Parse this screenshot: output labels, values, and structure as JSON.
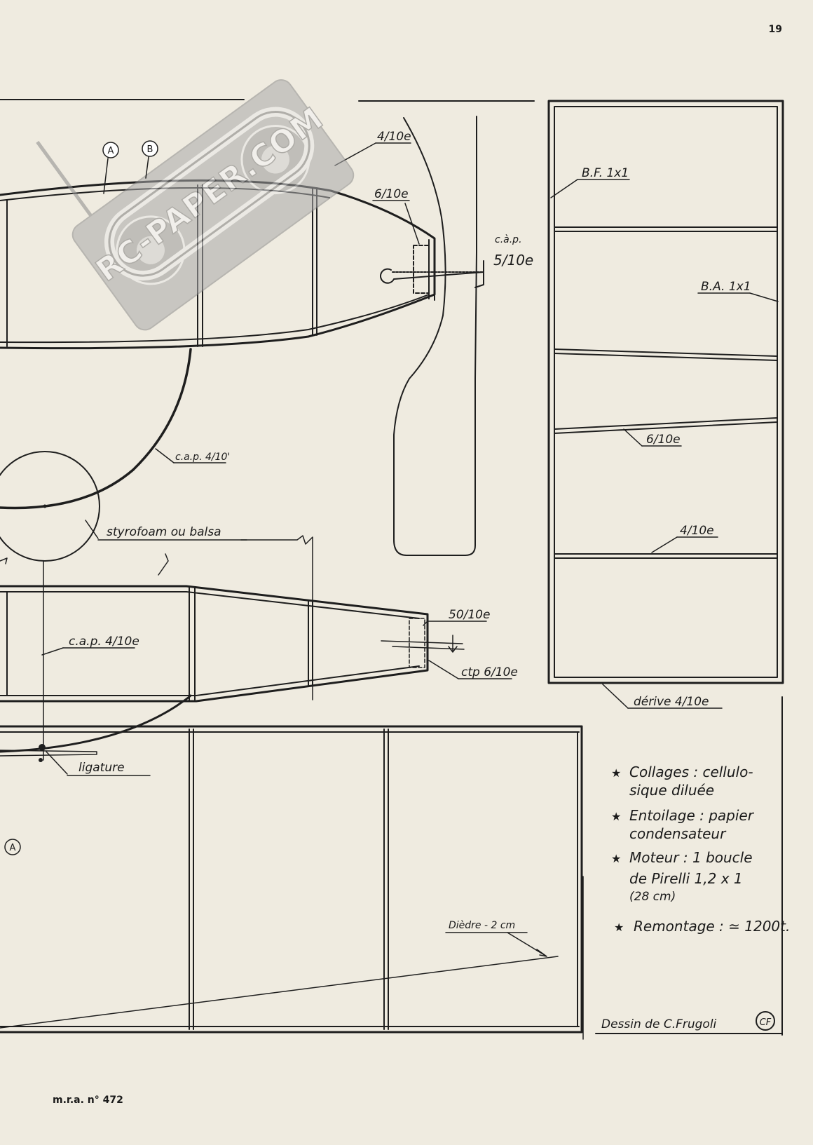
{
  "page": {
    "number": "19",
    "footer": "m.r.a. n° 472"
  },
  "watermark": {
    "text": "RC-PAPER.COM",
    "circle_a": "A",
    "circle_b": "B"
  },
  "fuselage": {
    "label_top": "4/10e",
    "label_nose": "6/10e",
    "cap_label": "c.à.p.",
    "cap_value": "5/10e",
    "skid_label": "c.a.p. 4/10'"
  },
  "wheel": {
    "label": "styrofoam ou balsa"
  },
  "stab": {
    "cap_label": "c.a.p. 4/10e",
    "tip_label": "50/10e",
    "ctp_label": "ctp 6/10e"
  },
  "fin": {
    "bf_label": "B.F. 1x1",
    "ba_label": "B.A. 1x1",
    "rib_a": "6/10e",
    "rib_b": "4/10e",
    "derive_label": "dérive 4/10e"
  },
  "wing": {
    "ligature": "ligature",
    "section_marker": "A",
    "diedre": "Dièdre - 2 cm"
  },
  "notes": [
    {
      "line1": "Collages : cellulo-",
      "line2": "sique diluée"
    },
    {
      "line1": "Entoilage : papier",
      "line2": "condensateur"
    },
    {
      "line1": "Moteur : 1 boucle",
      "line2": "de Pirelli 1,2 x 1",
      "line3": "(28 cm)"
    },
    {
      "line1": "Remontage : ≃ 1200t."
    }
  ],
  "credit": {
    "text": "Dessin de C.Frugoli",
    "monogram": "CF"
  }
}
